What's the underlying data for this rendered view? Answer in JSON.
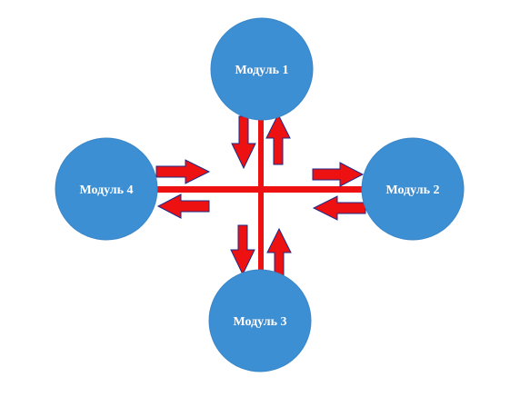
{
  "colors": {
    "node_fill": "#3d8fd4",
    "node_edge": "#3a86c8",
    "bus": "#ee1111",
    "arrow_fill": "#ee1111",
    "arrow_stroke": "#1a2a88",
    "label": "#ffffff",
    "background": "#ffffff"
  },
  "modules": [
    {
      "id": "m1",
      "label": "Модуль 1"
    },
    {
      "id": "m2",
      "label": "Модуль 2"
    },
    {
      "id": "m3",
      "label": "Модуль 3"
    },
    {
      "id": "m4",
      "label": "Модуль 4"
    }
  ],
  "connections": [
    {
      "module": "m1",
      "to_bus": true,
      "from_bus": true
    },
    {
      "module": "m2",
      "to_bus": true,
      "from_bus": true
    },
    {
      "module": "m3",
      "to_bus": true,
      "from_bus": true
    },
    {
      "module": "m4",
      "to_bus": true,
      "from_bus": true
    }
  ]
}
